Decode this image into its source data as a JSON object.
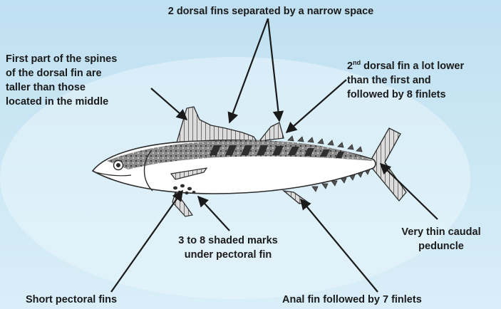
{
  "colors": {
    "background_top": "#bfe0f1",
    "background_bottom": "#d9eef8",
    "text": "#1a1a1a",
    "arrow": "#1a1a1a",
    "fish_back": "#3d3d3d",
    "fish_belly": "#ffffff"
  },
  "labels": {
    "dorsal_fins": "2 dorsal fins separated by a narrow space",
    "spines": "First part of the spines\nof the dorsal fin are\ntaller than those\nlocated in the middle",
    "second_dorsal_num": "2",
    "second_dorsal_sup": "nd",
    "second_dorsal_rest": " dorsal fin a lot lower\nthan the first and\nfollowed by 8 finlets",
    "shaded_marks": "3 to 8 shaded marks\nunder pectoral fin",
    "caudal": "Very thin caudal\npeduncle",
    "pectoral": "Short pectoral fins",
    "anal": "Anal fin followed by 7 finlets"
  }
}
